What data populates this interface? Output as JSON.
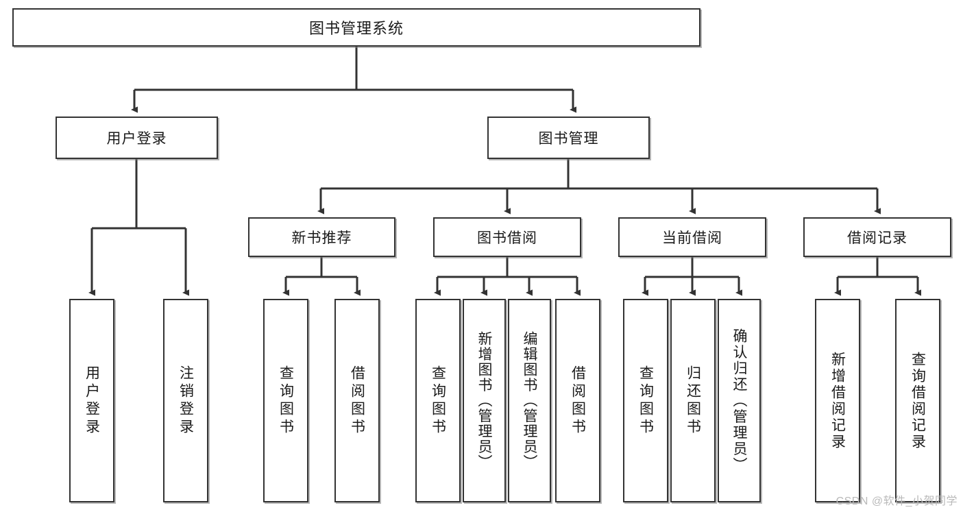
{
  "diagram": {
    "title": "图书管理系统",
    "type": "tree-hierarchy",
    "watermark": "CSDN @软件_小贺同学",
    "colors": {
      "box_border": "#333333",
      "box_fill": "#ffffff",
      "edge": "#333333",
      "text": "#1a1a1a",
      "watermark": "#b9b9b9"
    },
    "nodes": {
      "root": {
        "label": "图书管理系统"
      },
      "level2": [
        {
          "id": "user-login",
          "label": "用户登录"
        },
        {
          "id": "book-manage",
          "label": "图书管理"
        }
      ],
      "level3": [
        {
          "id": "new-book-recommend",
          "label": "新书推荐"
        },
        {
          "id": "book-borrow",
          "label": "图书借阅"
        },
        {
          "id": "current-borrow",
          "label": "当前借阅"
        },
        {
          "id": "borrow-record",
          "label": "借阅记录"
        }
      ],
      "leaves": {
        "user-login": [
          {
            "id": "leaf-user-login",
            "label": "用户登录"
          },
          {
            "id": "leaf-user-logout",
            "label": "注销登录"
          }
        ],
        "new-book-recommend": [
          {
            "id": "leaf-query-book-1",
            "label": "查询图书"
          },
          {
            "id": "leaf-borrow-book-1",
            "label": "借阅图书"
          }
        ],
        "book-borrow": [
          {
            "id": "leaf-query-book-2",
            "label": "查询图书"
          },
          {
            "id": "leaf-add-book",
            "label": "新增图书（管理员）"
          },
          {
            "id": "leaf-edit-book",
            "label": "编辑图书（管理员）"
          },
          {
            "id": "leaf-borrow-book-2",
            "label": "借阅图书"
          }
        ],
        "current-borrow": [
          {
            "id": "leaf-query-book-3",
            "label": "查询图书"
          },
          {
            "id": "leaf-return-book",
            "label": "归还图书"
          },
          {
            "id": "leaf-confirm-return",
            "label": "确认归还（管理员）"
          }
        ],
        "borrow-record": [
          {
            "id": "leaf-add-record",
            "label": "新增借阅记录"
          },
          {
            "id": "leaf-query-record",
            "label": "查询借阅记录"
          }
        ]
      }
    }
  }
}
